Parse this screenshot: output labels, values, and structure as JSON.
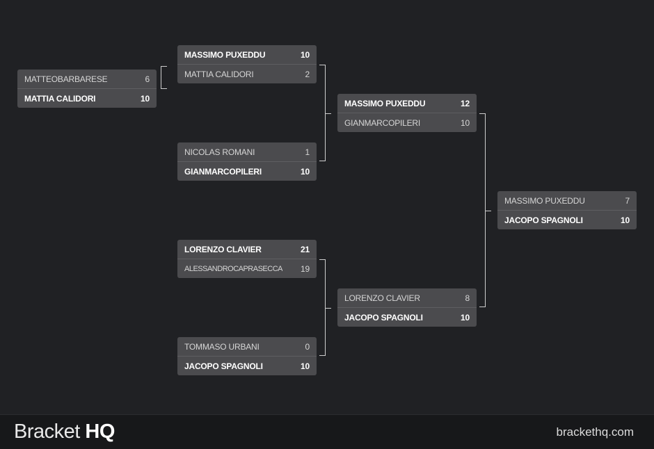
{
  "matches": {
    "m1": {
      "top": {
        "name": "MATTEOBARBARESE",
        "score": "6"
      },
      "bottom": {
        "name": "MATTIA CALIDORI",
        "score": "10"
      }
    },
    "m2": {
      "top": {
        "name": "MASSIMO PUXEDDU",
        "score": "10"
      },
      "bottom": {
        "name": "MATTIA CALIDORI",
        "score": "2"
      }
    },
    "m3": {
      "top": {
        "name": "NICOLAS ROMANI",
        "score": "1"
      },
      "bottom": {
        "name": "GIANMARCOPILERI",
        "score": "10"
      }
    },
    "m4": {
      "top": {
        "name": "LORENZO CLAVIER",
        "score": "21"
      },
      "bottom": {
        "name": "ALESSANDROCAPRASECCA",
        "score": "19"
      }
    },
    "m5": {
      "top": {
        "name": "TOMMASO URBANI",
        "score": "0"
      },
      "bottom": {
        "name": "JACOPO SPAGNOLI",
        "score": "10"
      }
    },
    "m6": {
      "top": {
        "name": "MASSIMO PUXEDDU",
        "score": "12"
      },
      "bottom": {
        "name": "GIANMARCOPILERI",
        "score": "10"
      }
    },
    "m7": {
      "top": {
        "name": "LORENZO CLAVIER",
        "score": "8"
      },
      "bottom": {
        "name": "JACOPO SPAGNOLI",
        "score": "10"
      }
    },
    "m8": {
      "top": {
        "name": "MASSIMO PUXEDDU",
        "score": "7"
      },
      "bottom": {
        "name": "JACOPO SPAGNOLI",
        "score": "10"
      }
    }
  },
  "footer": {
    "brand_light": "Bracket",
    "brand_bold": "HQ",
    "site": "brackethq.com"
  },
  "colors": {
    "background": "#202124",
    "box": "#4b4b4e",
    "footer": "#17181a",
    "line": "#cfcfcf"
  }
}
